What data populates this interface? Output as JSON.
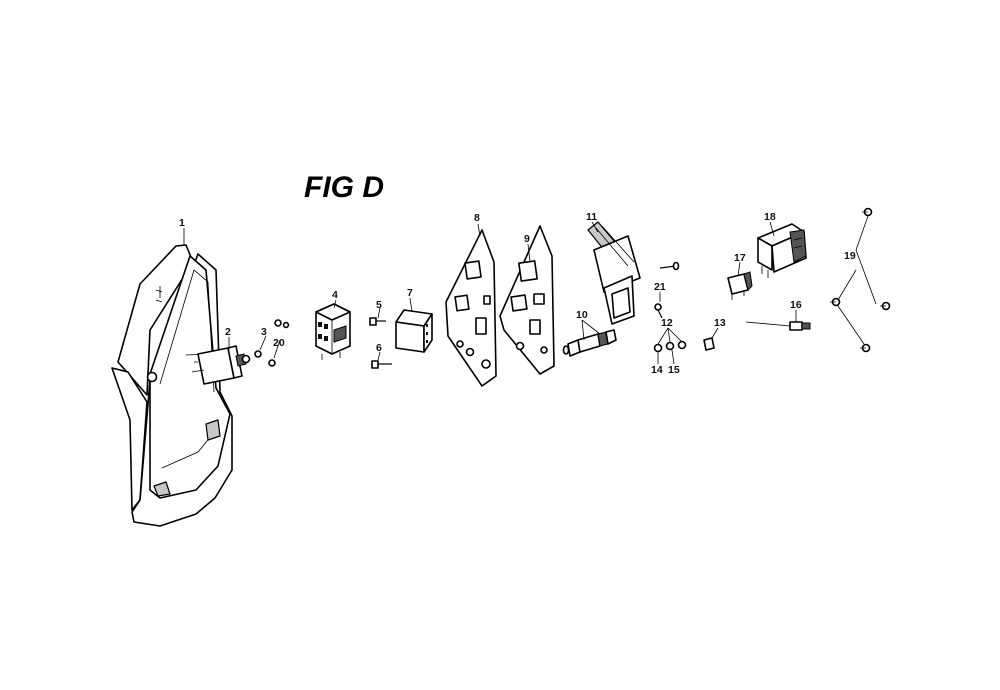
{
  "figure": {
    "title": "FIG D"
  },
  "callouts": [
    {
      "label": "1"
    },
    {
      "label": "2"
    },
    {
      "label": "3"
    },
    {
      "label": "20"
    },
    {
      "label": "4"
    },
    {
      "label": "5"
    },
    {
      "label": "6"
    },
    {
      "label": "7"
    },
    {
      "label": "8"
    },
    {
      "label": "9"
    },
    {
      "label": "10"
    },
    {
      "label": "11"
    },
    {
      "label": "21"
    },
    {
      "label": "12"
    },
    {
      "label": "14"
    },
    {
      "label": "15"
    },
    {
      "label": "13"
    },
    {
      "label": "18"
    },
    {
      "label": "17"
    },
    {
      "label": "16"
    },
    {
      "label": "19"
    }
  ]
}
